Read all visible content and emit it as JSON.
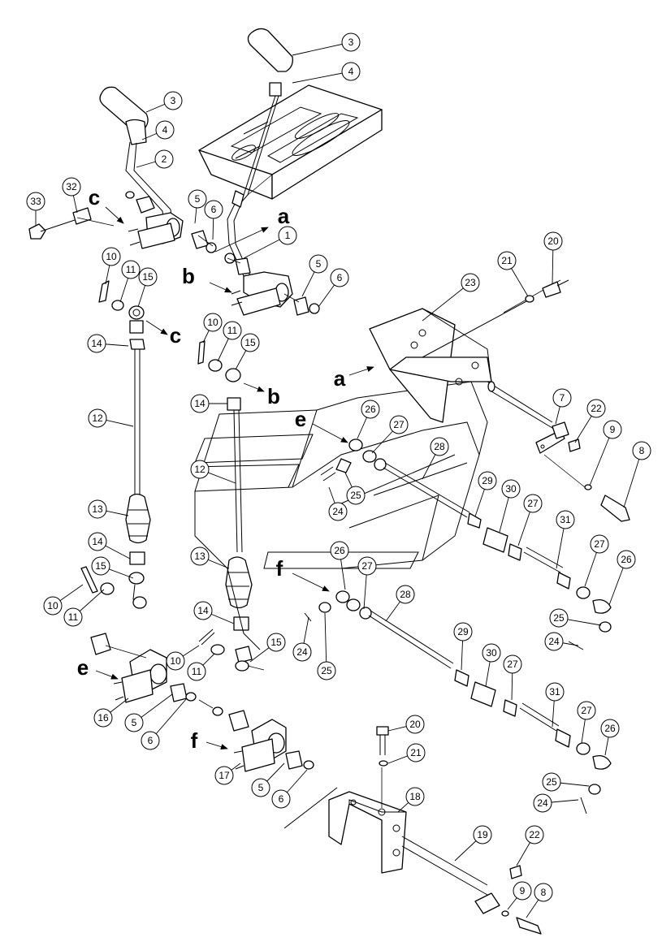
{
  "diagram": {
    "callouts": [
      {
        "label": "3"
      },
      {
        "label": "4"
      },
      {
        "label": "3"
      },
      {
        "label": "4"
      },
      {
        "label": "2"
      },
      {
        "label": "33"
      },
      {
        "label": "32"
      },
      {
        "label": "5"
      },
      {
        "label": "6"
      },
      {
        "label": "1"
      },
      {
        "label": "5"
      },
      {
        "label": "6"
      },
      {
        "label": "10"
      },
      {
        "label": "11"
      },
      {
        "label": "15"
      },
      {
        "label": "14"
      },
      {
        "label": "12"
      },
      {
        "label": "13"
      },
      {
        "label": "14"
      },
      {
        "label": "15"
      },
      {
        "label": "10"
      },
      {
        "label": "11"
      },
      {
        "label": "10"
      },
      {
        "label": "11"
      },
      {
        "label": "15"
      },
      {
        "label": "14"
      },
      {
        "label": "12"
      },
      {
        "label": "13"
      },
      {
        "label": "14"
      },
      {
        "label": "10"
      },
      {
        "label": "11"
      },
      {
        "label": "15"
      },
      {
        "label": "16"
      },
      {
        "label": "5"
      },
      {
        "label": "6"
      },
      {
        "label": "17"
      },
      {
        "label": "5"
      },
      {
        "label": "6"
      },
      {
        "label": "23"
      },
      {
        "label": "21"
      },
      {
        "label": "20"
      },
      {
        "label": "7"
      },
      {
        "label": "22"
      },
      {
        "label": "9"
      },
      {
        "label": "8"
      },
      {
        "label": "26"
      },
      {
        "label": "27"
      },
      {
        "label": "28"
      },
      {
        "label": "25"
      },
      {
        "label": "24"
      },
      {
        "label": "29"
      },
      {
        "label": "30"
      },
      {
        "label": "27"
      },
      {
        "label": "31"
      },
      {
        "label": "27"
      },
      {
        "label": "26"
      },
      {
        "label": "25"
      },
      {
        "label": "24"
      },
      {
        "label": "26"
      },
      {
        "label": "27"
      },
      {
        "label": "28"
      },
      {
        "label": "24"
      },
      {
        "label": "25"
      },
      {
        "label": "29"
      },
      {
        "label": "30"
      },
      {
        "label": "27"
      },
      {
        "label": "31"
      },
      {
        "label": "27"
      },
      {
        "label": "26"
      },
      {
        "label": "25"
      },
      {
        "label": "24"
      },
      {
        "label": "20"
      },
      {
        "label": "21"
      },
      {
        "label": "18"
      },
      {
        "label": "19"
      },
      {
        "label": "22"
      },
      {
        "label": "9"
      },
      {
        "label": "8"
      }
    ],
    "reference_letters": [
      {
        "label": "a"
      },
      {
        "label": "b"
      },
      {
        "label": "c"
      },
      {
        "label": "c"
      },
      {
        "label": "b"
      },
      {
        "label": "a"
      },
      {
        "label": "e"
      },
      {
        "label": "f"
      },
      {
        "label": "e"
      },
      {
        "label": "f"
      }
    ]
  }
}
